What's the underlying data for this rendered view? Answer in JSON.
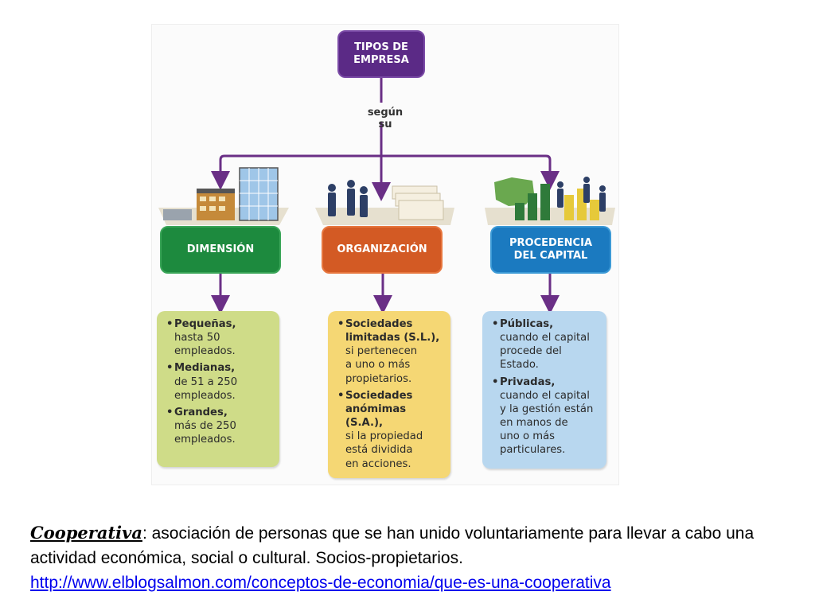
{
  "diagram": {
    "root": "TIPOS DE\nEMPRESA",
    "connector": "según su",
    "categories": [
      {
        "label": "DIMENSIÓN",
        "color": "#1d8a3e",
        "items": [
          {
            "title": "Pequeñas,",
            "desc": "hasta 50\nempleados."
          },
          {
            "title": "Medianas,",
            "desc": "de 51 a 250\nempleados."
          },
          {
            "title": "Grandes,",
            "desc": "más de 250\nempleados."
          }
        ]
      },
      {
        "label": "ORGANIZACIÓN",
        "color": "#d35a24",
        "items": [
          {
            "title": "Sociedades\nlimitadas (S.L.),",
            "desc": "si pertenecen\na uno o más\npropietarios."
          },
          {
            "title": "Sociedades\nanómimas (S.A.),",
            "desc": "si la propiedad\nestá dividida\nen acciones."
          }
        ]
      },
      {
        "label": "PROCEDENCIA\nDEL CAPITAL",
        "color": "#1b7ac0",
        "items": [
          {
            "title": "Públicas,",
            "desc": "cuando el capital\nprocede del Estado."
          },
          {
            "title": "Privadas,",
            "desc": "cuando el capital\ny la gestión están\nen manos de\nuno o más\nparticulares."
          }
        ]
      }
    ],
    "illustrations": [
      "buildings-icon",
      "business-people-icon",
      "money-people-icon"
    ]
  },
  "caption": {
    "term": "Cooperativa",
    "text": ": asociación de personas que se han unido voluntariamente para llevar a cabo una actividad económica, social o cultural. Socios-propietarios.",
    "link": "http://www.elblogsalmon.com/conceptos-de-economia/que-es-una-cooperativa"
  }
}
